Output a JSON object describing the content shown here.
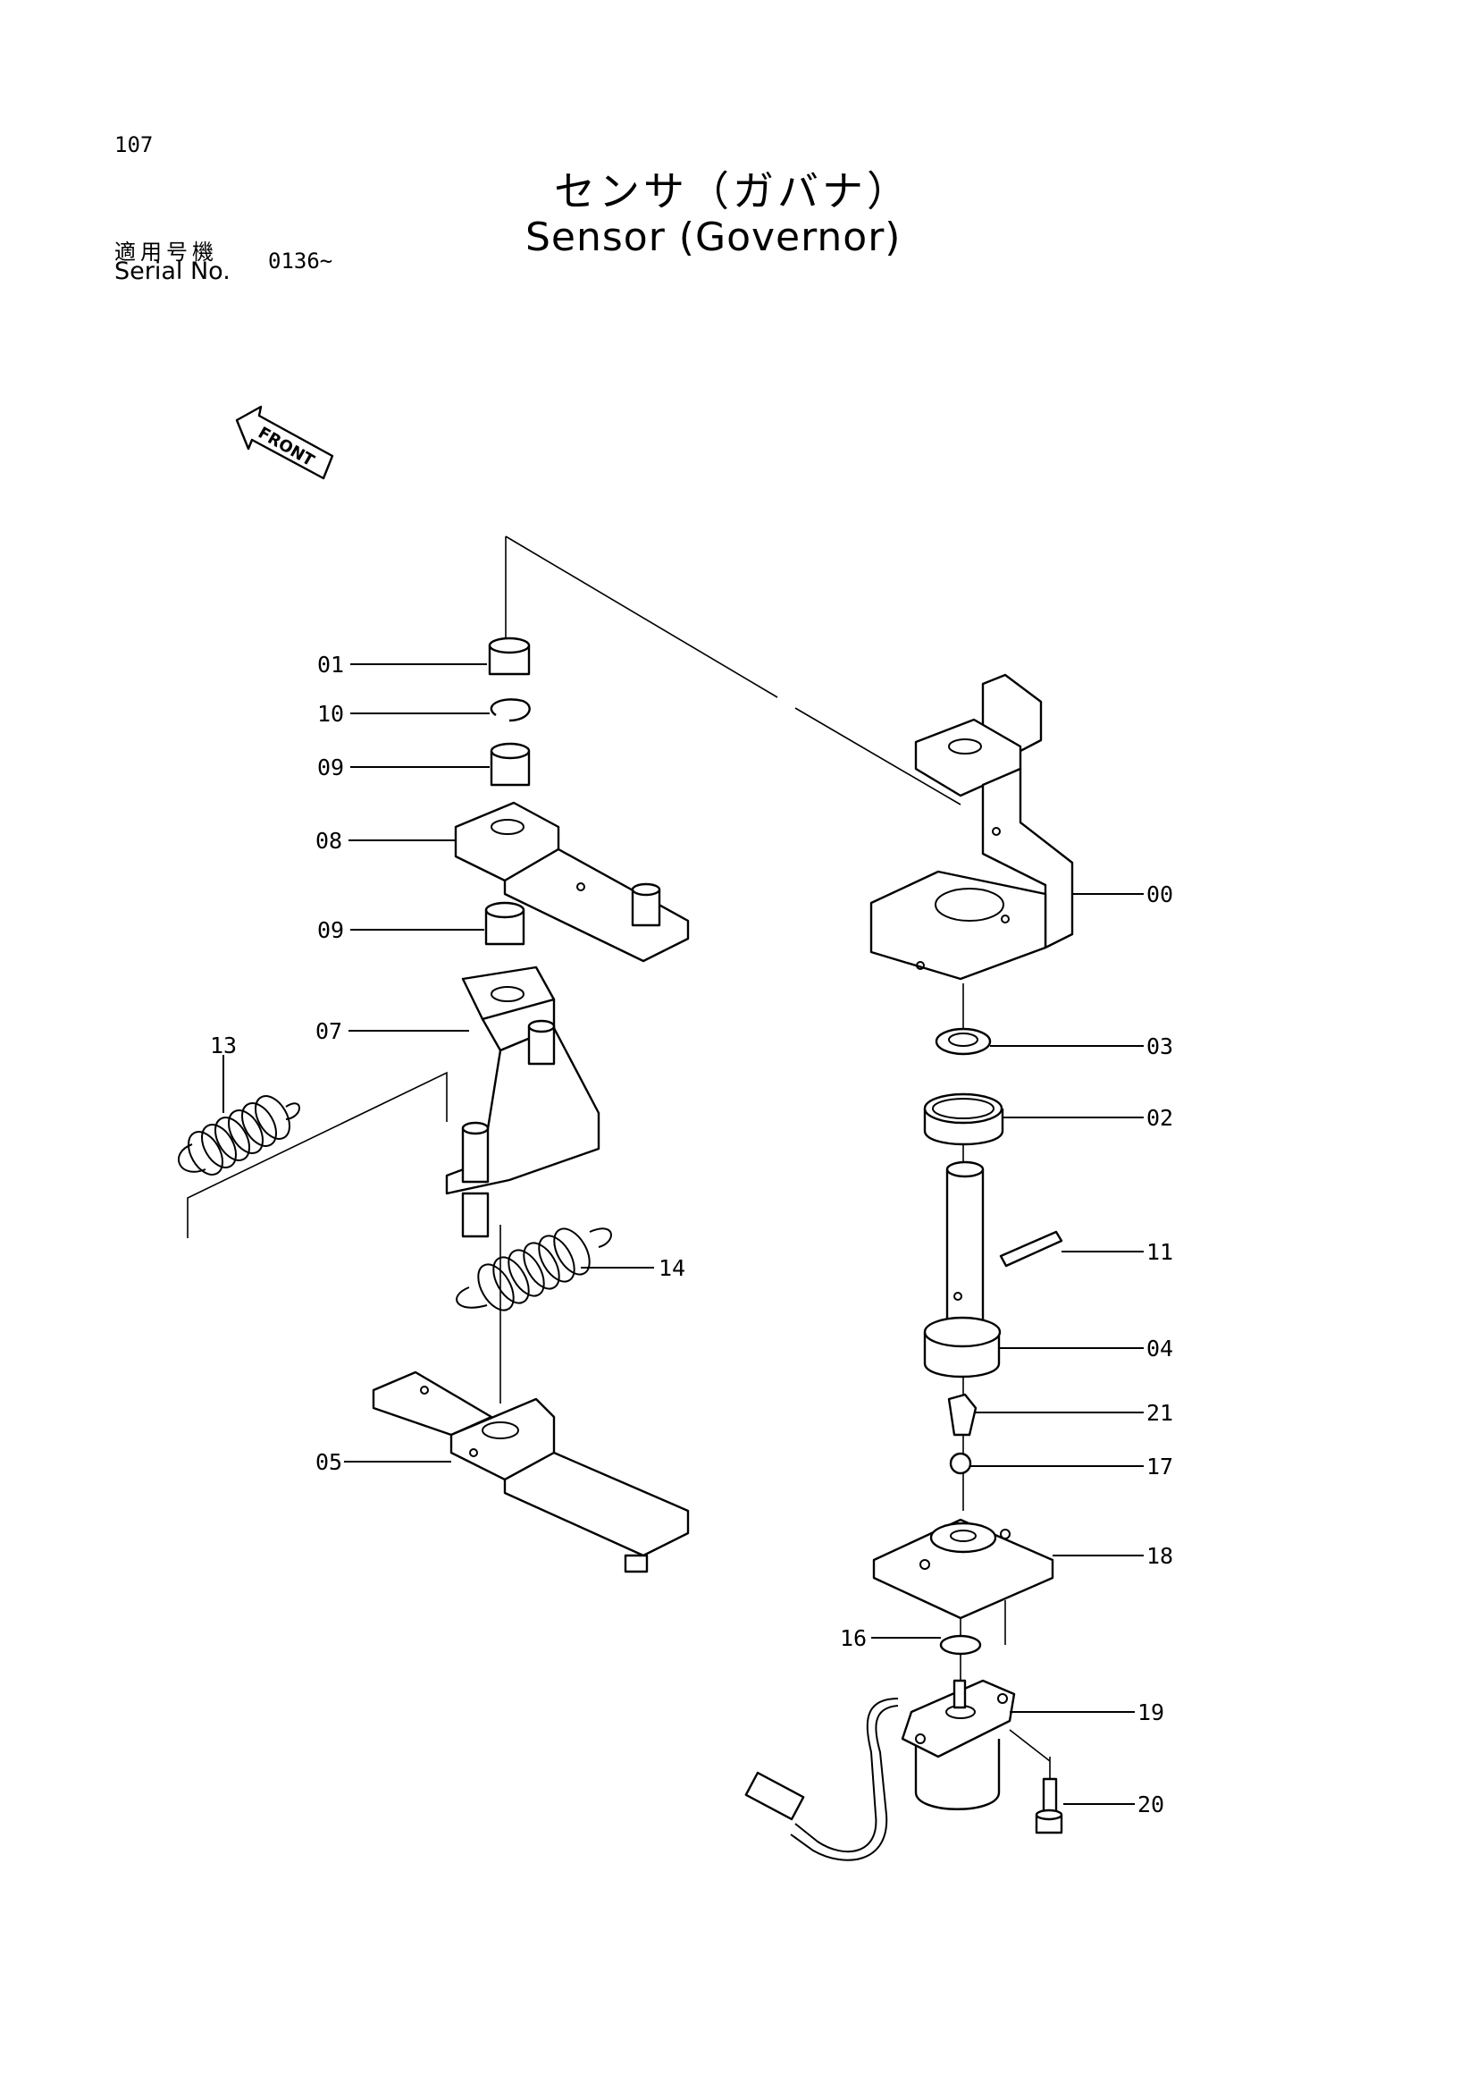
{
  "page_number": "107",
  "title_jp": "センサ（ガバナ）",
  "title_en": "Sensor (Governor)",
  "serial": {
    "label_jp": "適用号機",
    "label_en": "Serial No.",
    "value": "0136~"
  },
  "front_label": "FRONT",
  "callouts": {
    "c01": "01",
    "c10": "10",
    "c09a": "09",
    "c08": "08",
    "c09b": "09",
    "c07": "07",
    "c13": "13",
    "c14": "14",
    "c05": "05",
    "c00": "00",
    "c03": "03",
    "c02": "02",
    "c11": "11",
    "c04": "04",
    "c21": "21",
    "c17": "17",
    "c18": "18",
    "c16": "16",
    "c19": "19",
    "c20": "20"
  }
}
